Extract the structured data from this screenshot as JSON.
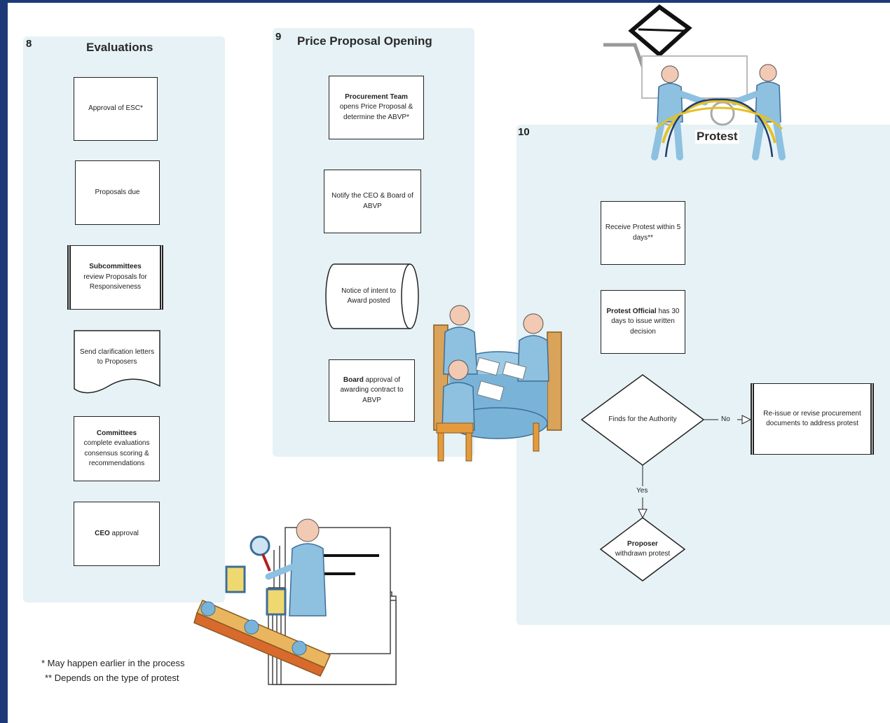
{
  "lanes": {
    "evaluations": {
      "number": "8",
      "title": "Evaluations",
      "steps": [
        "Approval of ESC*",
        "Proposals due",
        "Subcommittees",
        "review Proposals for Responsiveness",
        "Send clarification letters to Proposers",
        "Committees",
        "complete evaluations consensus scoring & recommendations",
        "CEO",
        "approval"
      ]
    },
    "price_opening": {
      "number": "9",
      "title": "Price Proposal Opening",
      "steps": [
        "Procurement Team",
        "opens Price Proposal & determine the ABVP*",
        "Notify the CEO & Board of ABVP",
        "Notice of intent to Award posted",
        "Board",
        "approval of awarding contract to ABVP"
      ]
    },
    "protest": {
      "number": "10",
      "title": "Protest",
      "steps": [
        "Receive Protest within 5 days**",
        "Protest Official",
        "has 30 days to issue written decision",
        "Finds for the Authority",
        "Re-issue or revise procurement documents to address protest",
        "Proposer",
        "withdrawn protest"
      ],
      "branch_labels": {
        "no": "No",
        "yes": "Yes"
      }
    }
  },
  "footnotes": [
    "* May happen earlier in the process",
    "** Depends on the type of protest"
  ],
  "colors": {
    "lane_bg": "#e6f2f5",
    "frame": "#1d3a78",
    "figure_blue": "#8ec0e0",
    "rope": "#e3c128"
  },
  "icons": [
    "cart-icon",
    "people-pulling-rope-icon",
    "meeting-table-icon",
    "inspector-conveyor-icon"
  ]
}
